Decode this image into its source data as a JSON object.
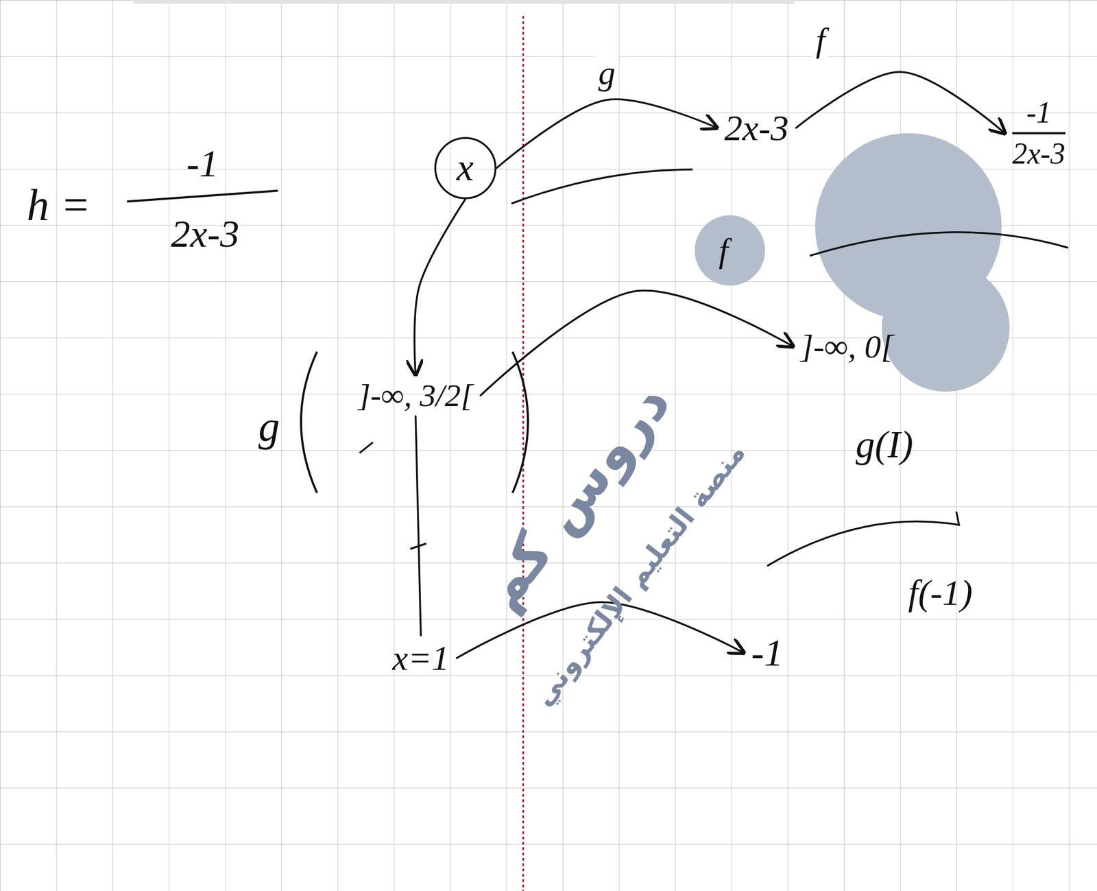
{
  "diagram": {
    "nodes": [
      {
        "text": [
          "x"
        ]
      },
      {
        "text": [
          "2x-3"
        ]
      },
      {
        "text": [
          "-1",
          "2x-3"
        ]
      },
      {
        "text": [
          "]-∞, 3/2["
        ]
      },
      {
        "text": [
          "]-∞, 0["
        ]
      },
      {
        "text": [
          "x=1"
        ]
      },
      {
        "text": [
          "-1"
        ]
      }
    ],
    "edges": [
      {
        "from": 0,
        "to": 1,
        "arrow": "to",
        "label": "g"
      },
      {
        "from": 1,
        "to": 2,
        "arrow": "to",
        "label": "f"
      },
      {
        "from": 0,
        "to": 3,
        "arrow": "to"
      },
      {
        "from": 3,
        "to": 4,
        "arrow": "to"
      },
      {
        "from": 3,
        "to": 5,
        "arrow": "none"
      },
      {
        "from": 5,
        "to": 6,
        "arrow": "to"
      }
    ],
    "labels": [
      "h =",
      "-1",
      "2x-3",
      "f",
      "g",
      "g(I)",
      "f(-1)",
      "دروس كم",
      "منصة التعليم الإلكتروني"
    ]
  }
}
